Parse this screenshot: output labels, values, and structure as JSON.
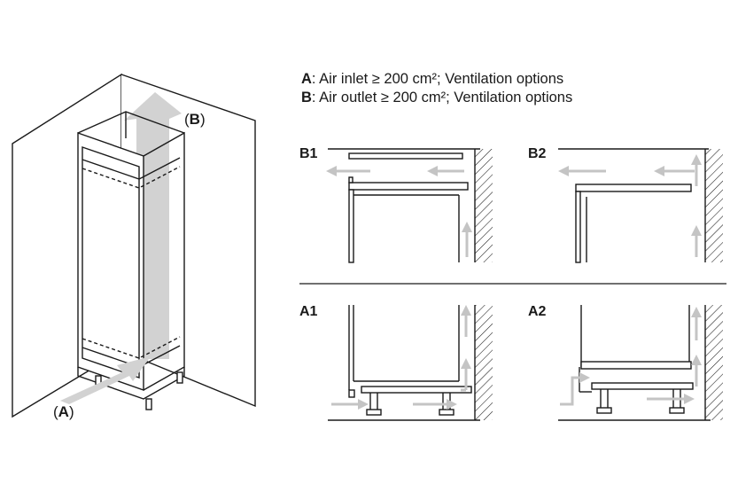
{
  "legend": {
    "a_key": "A",
    "a_text": ": Air inlet ≥ 200 cm²; Ventilation options",
    "b_key": "B",
    "b_text": ": Air outlet ≥ 200 cm²; Ventilation options"
  },
  "cabinet": {
    "inlet_open": "(",
    "inlet_key": "A",
    "inlet_close": ")",
    "outlet_open": "(",
    "outlet_key": "B",
    "outlet_close": ")"
  },
  "panels": {
    "b1": "B1",
    "b2": "B2",
    "a1": "A1",
    "a2": "A2"
  },
  "colors": {
    "line": "#1a1a1a",
    "airflow": "#c4c4c4",
    "airflow_light": "#d9d9d9"
  }
}
